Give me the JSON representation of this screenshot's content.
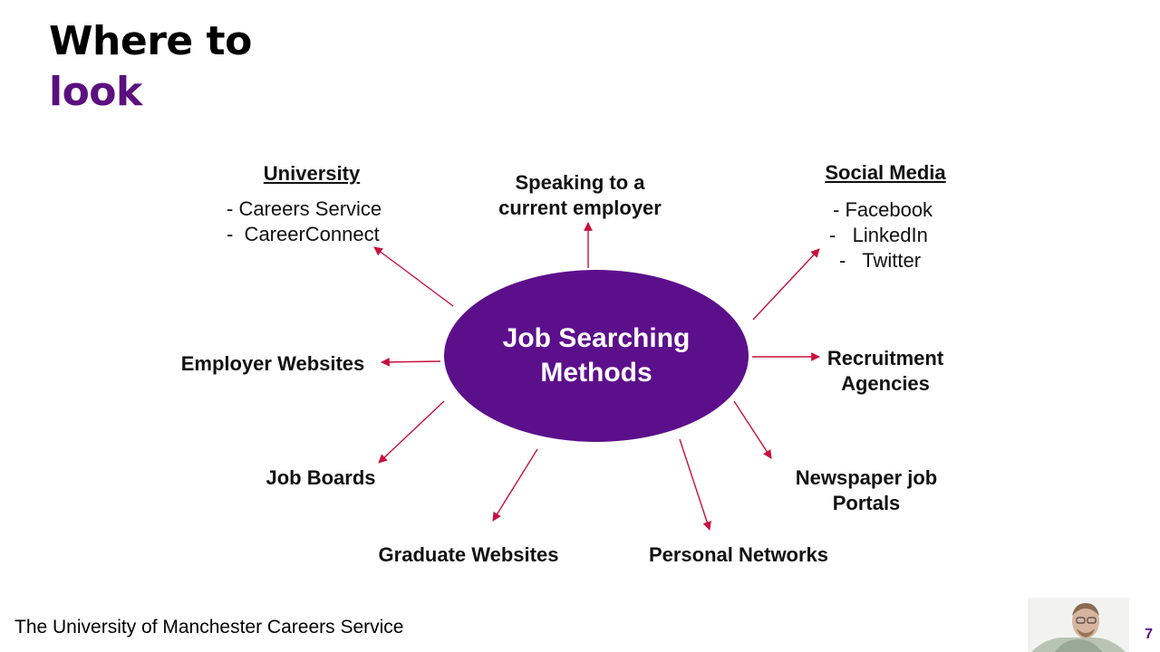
{
  "title": {
    "line1": "Where to",
    "line2": "look"
  },
  "diagram": {
    "center": "Job Searching Methods",
    "university": {
      "heading": "University",
      "items": [
        "- Careers Service",
        "-  CareerConnect"
      ]
    },
    "speaking": {
      "line1": "Speaking to a",
      "line2": "current employer"
    },
    "social_media": {
      "heading": "Social Media",
      "items": [
        "- Facebook",
        "-   LinkedIn",
        "-   Twitter"
      ]
    },
    "employer_websites": "Employer Websites",
    "recruitment": {
      "line1": "Recruitment",
      "line2": "Agencies"
    },
    "job_boards": "Job Boards",
    "newspaper": {
      "line1": "Newspaper job",
      "line2": "Portals"
    },
    "graduate_websites": "Graduate Websites",
    "personal_networks": "Personal Networks"
  },
  "colors": {
    "accent_purple": "#5c0f8b",
    "arrow": "#c8103e"
  },
  "footer": {
    "organization": "The University of Manchester Careers Service",
    "page_number": "7"
  }
}
